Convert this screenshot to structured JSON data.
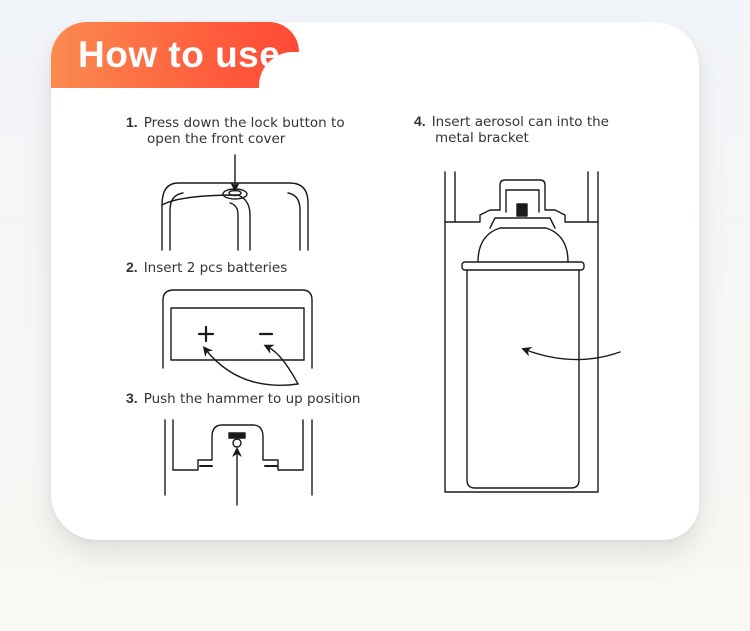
{
  "title": "How to use",
  "steps": [
    {
      "num": "1.",
      "line1": "Press down the lock button to",
      "line2": "open the front cover"
    },
    {
      "num": "2.",
      "line1": "Insert 2 pcs batteries"
    },
    {
      "num": "3.",
      "line1": "Push the hammer to up position"
    },
    {
      "num": "4.",
      "line1": "Insert aerosol can into the",
      "line2": "metal bracket"
    }
  ],
  "battery_signs": {
    "plus": "+",
    "minus": "−"
  },
  "colors": {
    "accent_start": "#fb8a4f",
    "accent_end": "#ff4a36",
    "line": "#1a1a1a"
  }
}
